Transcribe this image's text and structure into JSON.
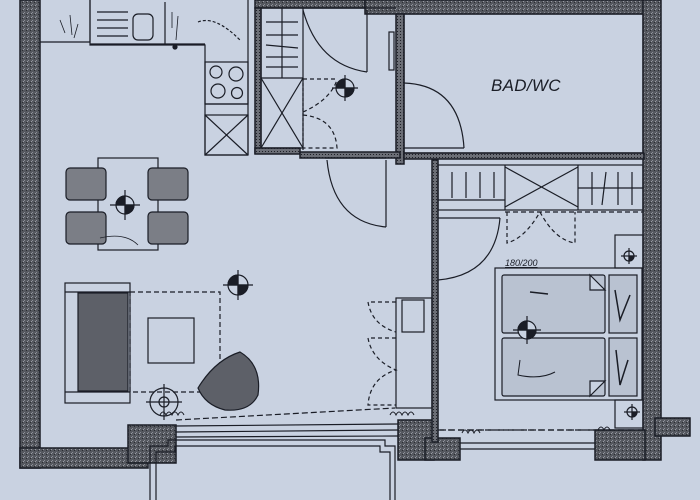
{
  "plan": {
    "type": "apartment floor plan (scanned drawing)",
    "background_color": "#c9d2e1",
    "wall_color": "#4a4d55",
    "line_color": "#1a1d26"
  },
  "rooms": [
    {
      "id": "bathroom",
      "label": "BAD/WC"
    },
    {
      "id": "living-kitchen",
      "label": ""
    },
    {
      "id": "hallway",
      "label": ""
    },
    {
      "id": "bedroom",
      "label": ""
    },
    {
      "id": "storage",
      "label": ""
    }
  ],
  "annotations": {
    "bed_size": "180/200"
  },
  "furniture": [
    "kitchen-counter",
    "sink",
    "stove",
    "dining-table",
    "dining-chairs",
    "sofa",
    "coffee-table",
    "armchair",
    "double-bed",
    "nightstands",
    "wardrobes",
    "shelving",
    "radiators",
    "ceiling-lights"
  ]
}
